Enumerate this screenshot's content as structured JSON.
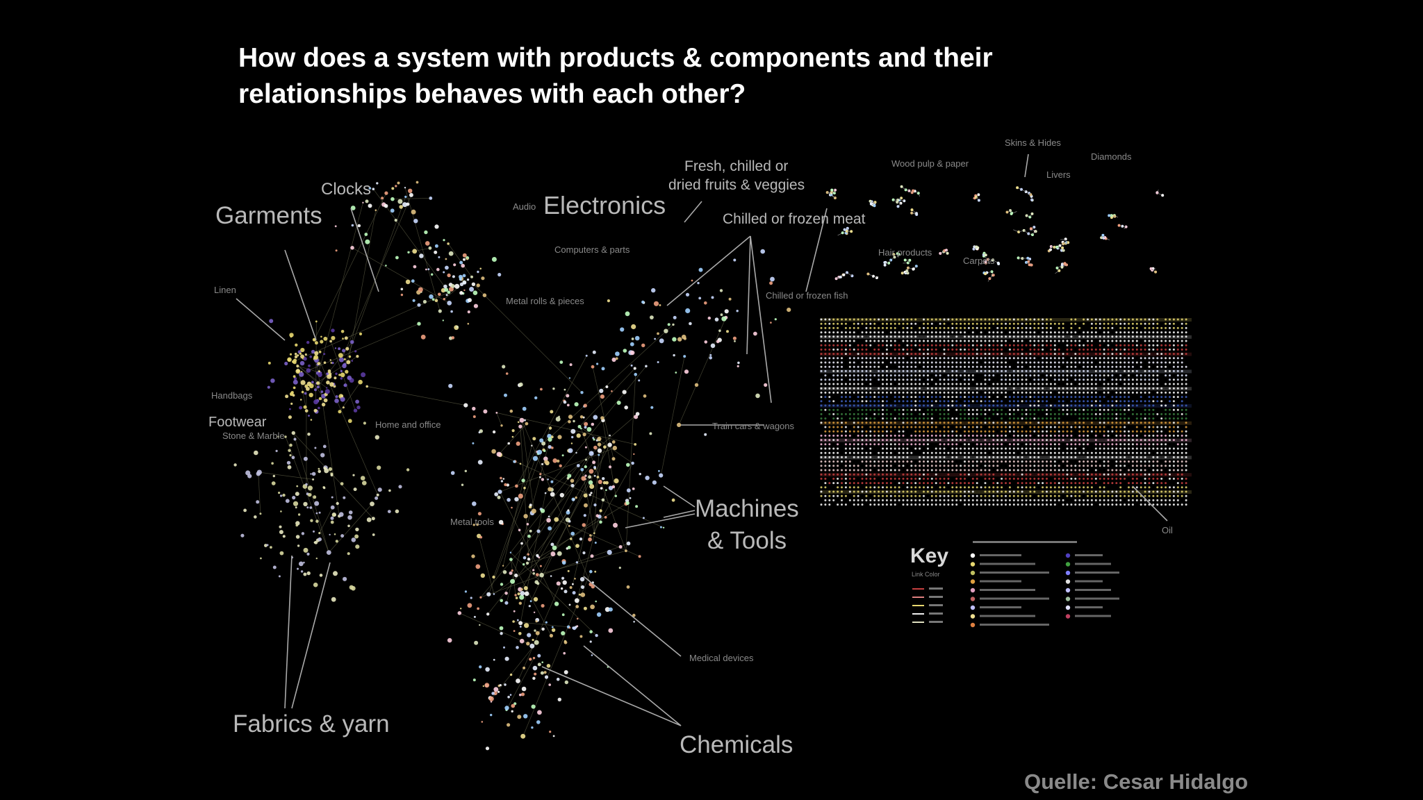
{
  "slide": {
    "title_line1": "How does a system with products & components and their",
    "title_line2": "relationships behaves with each other?",
    "source": "Quelle: Cesar Hidalgo"
  },
  "network": {
    "clusters": {
      "garments": "Garments",
      "clocks": "Clocks",
      "electronics": "Electronics",
      "audio": "Audio",
      "fruits_line1": "Fresh, chilled or",
      "fruits_line2": "dried fruits & veggies",
      "chilled_meat": "Chilled or frozen meat",
      "computers": "Computers & parts",
      "metal": "Metal rolls & pieces",
      "chilled_fish": "Chilled or frozen fish",
      "linen": "Linen",
      "handbags": "Handbags",
      "footwear": "Footwear",
      "stone": "Stone & Marble",
      "home_office": "Home and office",
      "train_cars": "Train cars & wagons",
      "machines_line1": "Machines",
      "machines_line2": "& Tools",
      "metal_tools": "Metal tools",
      "fabrics": "Fabrics & yarn",
      "medical": "Medical devices",
      "chemicals": "Chemicals",
      "skins": "Skins & Hides",
      "wood_pulp": "Wood pulp & paper",
      "diamonds": "Diamonds",
      "livers": "Livers",
      "hair_products": "Hair products",
      "carpets": "Carpets",
      "oil": "Oil"
    },
    "key": {
      "title": "Key",
      "link_color_label": "Link Color"
    },
    "colors": {
      "node_white": "#e8f0ff",
      "node_yellow": "#e8d870",
      "node_purple": "#5a3aa0",
      "link": "#8a8a6a",
      "accent_red": "#c84040",
      "accent_blue": "#4060c0"
    }
  }
}
